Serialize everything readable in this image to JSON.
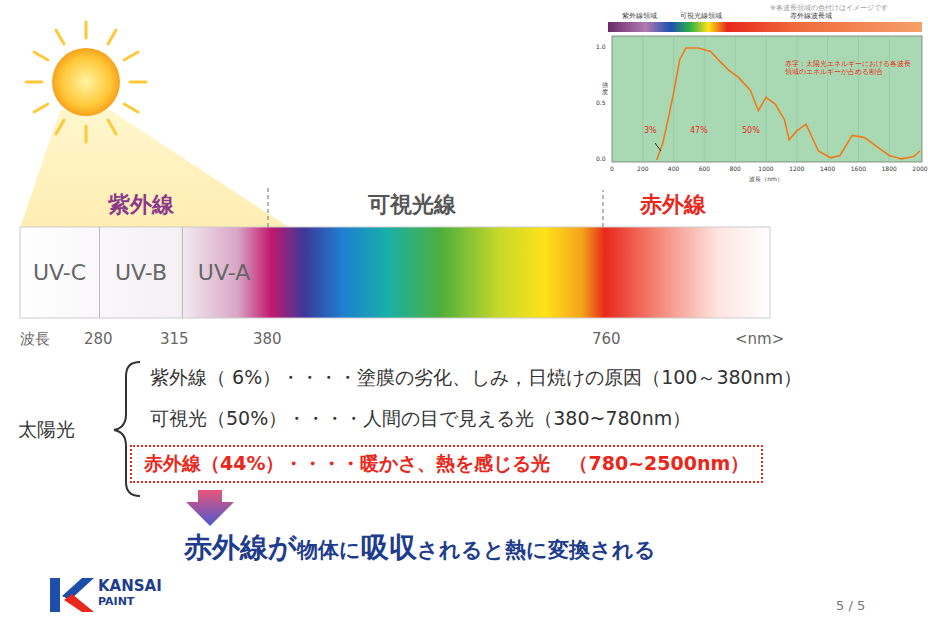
{
  "diagram": {
    "nodes": [
      {
        "text": [
          "UV-C"
        ]
      },
      {
        "text": [
          "UV-B"
        ]
      },
      {
        "text": [
          "UV-A"
        ]
      },
      {
        "text": [
          "赤外線（44%）・・・・暖かさ、熱を感じる光　（780~2500nm）"
        ]
      }
    ],
    "labels": [
      "紫外線",
      "可視光線",
      "赤外線",
      "波長",
      "280",
      "315",
      "380",
      "760",
      "<nm>",
      "太陽光",
      "紫外線（ 6%）・・・・塗膜の劣化、しみ，日焼けの原因（100～380nm）",
      "可視光（50%）・・・・人間の目で見える光（380~780nm）",
      "赤外線が",
      "物体に",
      "吸収",
      "されると熱に変換される",
      "KANSAI",
      "PAINT",
      "5 / 5",
      "※各波長領域の色付けはイメージです",
      "紫外線領域",
      "可視光線領域",
      "赤外線波長域",
      "赤字：太陽光エネルギーにおける各波長領域のエネルギーが占める割合",
      "3%",
      "47%",
      "50%",
      "1.0",
      "0.5",
      "0.0",
      "0",
      "200",
      "400",
      "600",
      "800",
      "1000",
      "1200",
      "1400",
      "1600",
      "1800",
      "2000",
      "強度",
      "波長（nm）"
    ]
  }
}
